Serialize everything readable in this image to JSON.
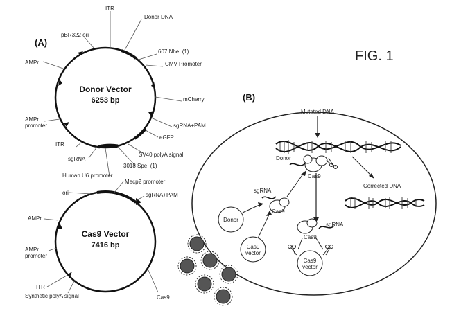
{
  "figure_label": "FIG. 1",
  "panel_a": {
    "label": "(A)",
    "donor_vector": {
      "name": "Donor Vector",
      "size": "6253 bp",
      "features": {
        "pbr322_ori": "pBR322 ori",
        "itr_top": "ITR",
        "donor_dna": "Donor DNA",
        "nhei": "607 NheI (1)",
        "cmv": "CMV Promoter",
        "mcherry": "mCherry",
        "sgrna_pam": "sgRNA+PAM",
        "egfp": "eGFP",
        "sv40": "SV40 polyA signal",
        "spei": "3018 SpeI (1)",
        "u6": "Human U6 promoter",
        "sgrna": "sgRNA",
        "itr_bottom": "ITR",
        "ampr_promoter": "AMPr promoter",
        "ampr": "AMPr"
      }
    },
    "cas9_vector": {
      "name": "Cas9 Vector",
      "size": "7416 bp",
      "features": {
        "ori": "ori",
        "mecp2": "Mecp2 promoter",
        "sgrna_pam": "sgRNA+PAM",
        "ampr": "AMPr",
        "ampr_promoter": "AMPr promoter",
        "itr": "ITR",
        "synthetic_polya": "Synthetic polyA signal",
        "cas9": "Cas9"
      }
    }
  },
  "panel_b": {
    "label": "(B)",
    "mutated_dna": "Mutated DNA",
    "donor_top": "Donor",
    "cas9_top": "Cas9",
    "corrected_dna": "Corrected DNA",
    "sgrna_left": "sgRNA",
    "cas9_mid": "Cas9",
    "donor_circle": "Donor",
    "cas9_vector_circle": "Cas9 vector",
    "sgrna_right": "sgRNA",
    "cas9_lower": "Cas9",
    "cas9_vector_lower": "Cas9 vector"
  }
}
